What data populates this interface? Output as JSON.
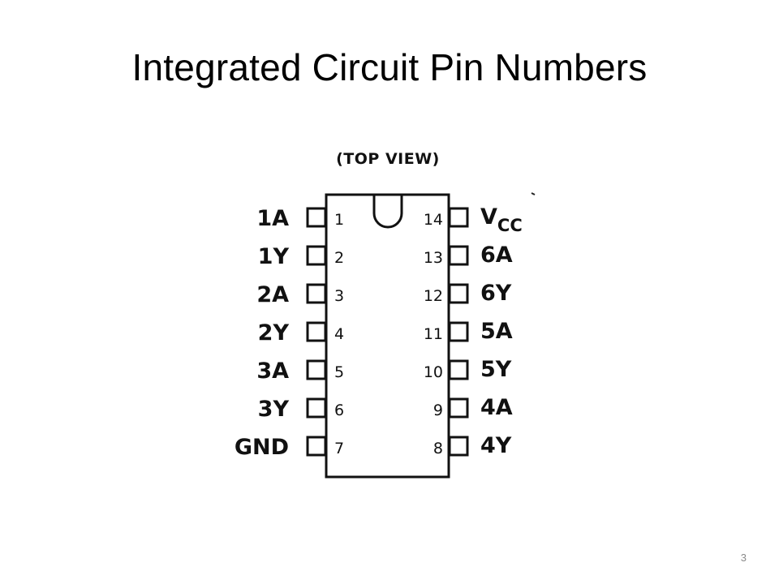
{
  "slide": {
    "title": "Integrated Circuit Pin Numbers",
    "slide_number": "3"
  },
  "diagram": {
    "view_label": "(TOP VIEW)",
    "left_pins": [
      {
        "number": "1",
        "signal": "1A"
      },
      {
        "number": "2",
        "signal": "1Y"
      },
      {
        "number": "3",
        "signal": "2A"
      },
      {
        "number": "4",
        "signal": "2Y"
      },
      {
        "number": "5",
        "signal": "3A"
      },
      {
        "number": "6",
        "signal": "3Y"
      },
      {
        "number": "7",
        "signal": "GND"
      }
    ],
    "right_pins": [
      {
        "number": "14",
        "signal": "V",
        "subscript": "CC"
      },
      {
        "number": "13",
        "signal": "6A"
      },
      {
        "number": "12",
        "signal": "6Y"
      },
      {
        "number": "11",
        "signal": "5A"
      },
      {
        "number": "10",
        "signal": "5Y"
      },
      {
        "number": "9",
        "signal": "4A"
      },
      {
        "number": "8",
        "signal": "4Y"
      }
    ]
  }
}
